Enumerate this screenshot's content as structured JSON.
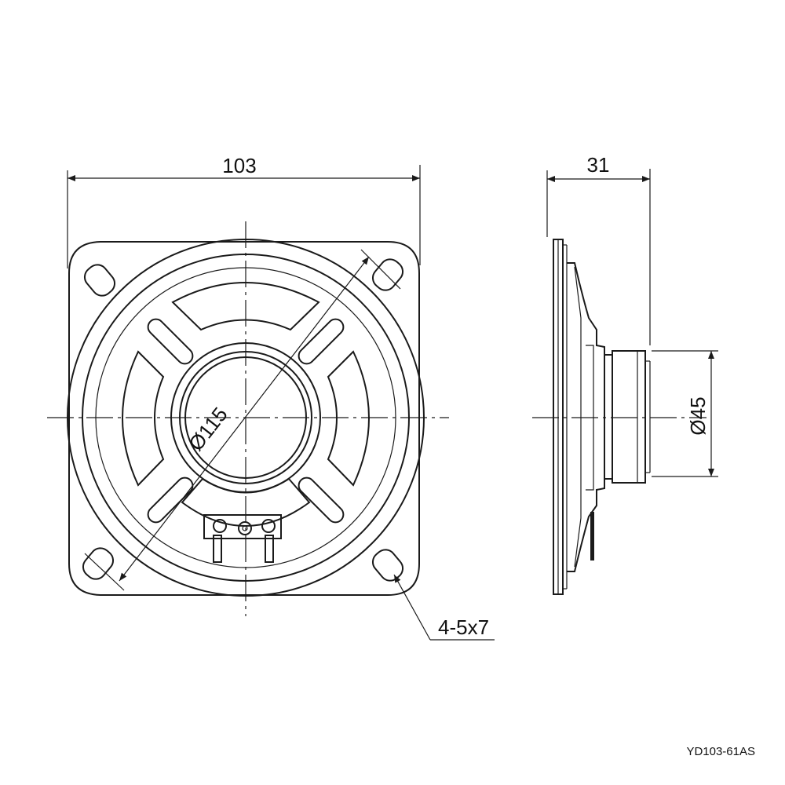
{
  "front_view": {
    "width_dim": "103",
    "diameter_dim": "Ø115",
    "hole_note": "4-5x7"
  },
  "side_view": {
    "depth_dim": "31",
    "magnet_dim": "Ø45"
  },
  "part_number": "YD103-61AS"
}
